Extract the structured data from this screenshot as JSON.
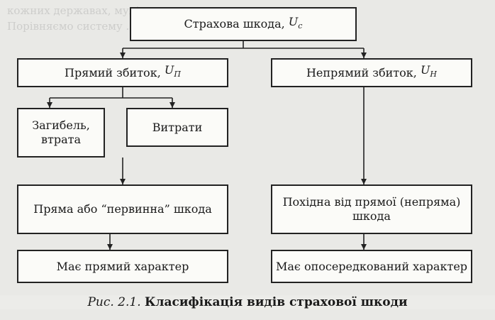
{
  "background_text": "кожних державах, муніципальних ... ... ... ... ... ... ... ...\nПорівняємо систему ... ... ... ... ... ...",
  "boxes": {
    "total": {
      "label": "Страхова шкода, ",
      "var": "U",
      "sub": "с"
    },
    "direct": {
      "label": "Прямий збиток, ",
      "var": "U",
      "sub": "П"
    },
    "indirect": {
      "label": "Непрямий збиток, ",
      "var": "U",
      "sub": "Н"
    },
    "death": {
      "label": "Загибель, втрата"
    },
    "costs": {
      "label": "Витрати"
    },
    "primary": {
      "label": "Пряма або “первинна” шкода"
    },
    "derived": {
      "label": "Похідна від прямої (непряма) шкода"
    },
    "direct_character": {
      "label": "Має прямий характер"
    },
    "mediated_character": {
      "label": "Має опосередкований характер"
    }
  },
  "caption": {
    "prefix": "Рис. 2.1.",
    "title": "Класифікація видів страхової шкоди"
  }
}
